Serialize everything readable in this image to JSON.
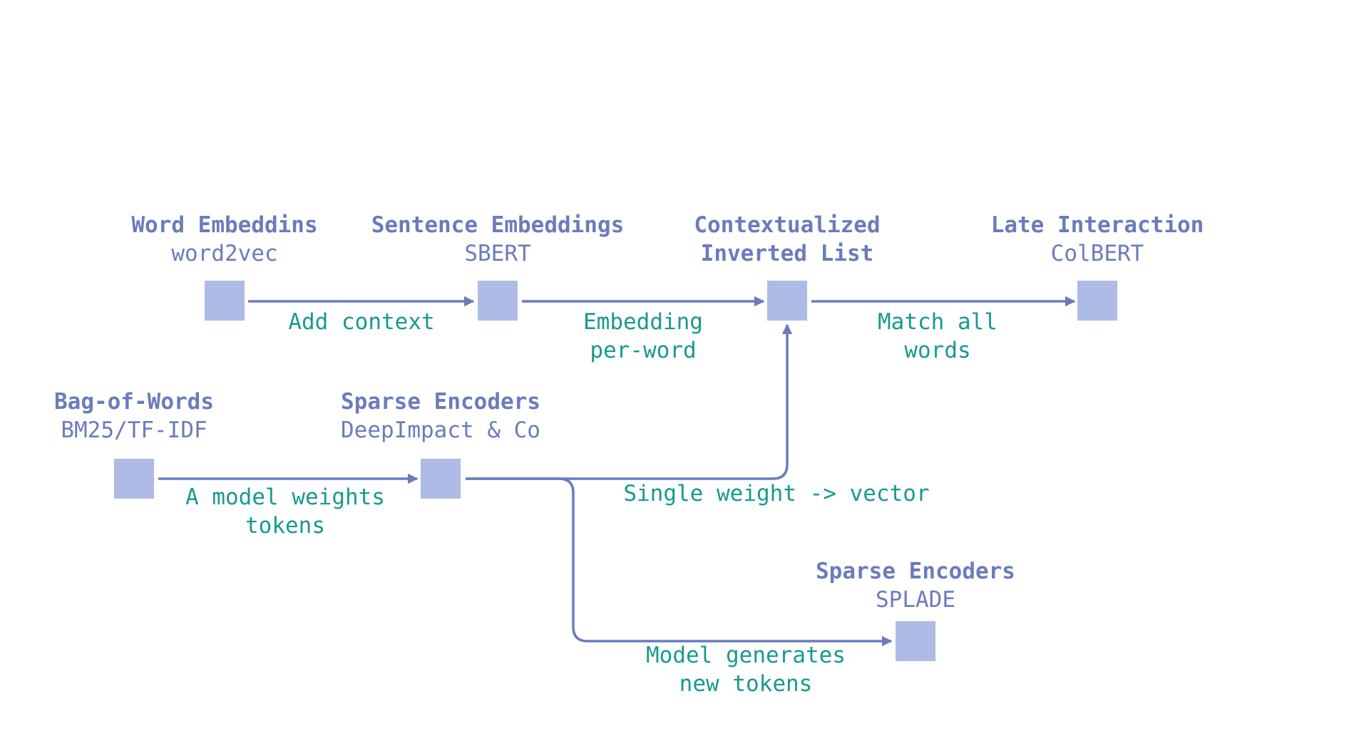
{
  "colors": {
    "node_fill": "#adbbe6",
    "arrow": "#6b7bbd",
    "node_title": "#6b7bbd",
    "edge_label": "#179a8e"
  },
  "nodes": {
    "word_embeddings": {
      "title": "Word Embeddins",
      "subtitle": "word2vec"
    },
    "sentence_embeddings": {
      "title": "Sentence Embeddings",
      "subtitle": "SBERT"
    },
    "contextualized": {
      "title": "Contextualized",
      "title2": "Inverted List"
    },
    "late_interaction": {
      "title": "Late Interaction",
      "subtitle": "ColBERT"
    },
    "bag_of_words": {
      "title": "Bag-of-Words",
      "subtitle": "BM25/TF-IDF"
    },
    "sparse_deepimpact": {
      "title": "Sparse Encoders",
      "subtitle": "DeepImpact & Co"
    },
    "sparse_splade": {
      "title": "Sparse Encoders",
      "subtitle": "SPLADE"
    }
  },
  "edges": {
    "add_context": {
      "line1": "Add context"
    },
    "embedding_per_word": {
      "line1": "Embedding",
      "line2": "per-word"
    },
    "match_all_words": {
      "line1": "Match all",
      "line2": "words"
    },
    "model_weights_tokens": {
      "line1": "A model weights",
      "line2": "tokens"
    },
    "single_weight_vector": {
      "line1": "Single weight -> vector"
    },
    "model_generates_tokens": {
      "line1": "Model generates",
      "line2": "new tokens"
    }
  }
}
